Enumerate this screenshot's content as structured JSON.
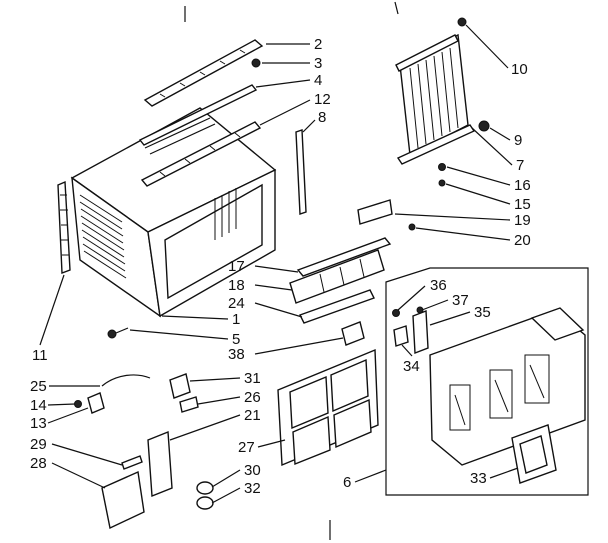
{
  "diagram": {
    "callouts": [
      {
        "id": "p1",
        "text": "1"
      },
      {
        "id": "p2",
        "text": "2"
      },
      {
        "id": "p3",
        "text": "3"
      },
      {
        "id": "p4",
        "text": "4"
      },
      {
        "id": "p5",
        "text": "5"
      },
      {
        "id": "p6",
        "text": "6"
      },
      {
        "id": "p7",
        "text": "7"
      },
      {
        "id": "p8",
        "text": "8"
      },
      {
        "id": "p9",
        "text": "9"
      },
      {
        "id": "p10",
        "text": "10"
      },
      {
        "id": "p11",
        "text": "11"
      },
      {
        "id": "p12",
        "text": "12"
      },
      {
        "id": "p13",
        "text": "13"
      },
      {
        "id": "p14",
        "text": "14"
      },
      {
        "id": "p15",
        "text": "15"
      },
      {
        "id": "p16",
        "text": "16"
      },
      {
        "id": "p17",
        "text": "17"
      },
      {
        "id": "p18",
        "text": "18"
      },
      {
        "id": "p19",
        "text": "19"
      },
      {
        "id": "p20",
        "text": "20"
      },
      {
        "id": "p21",
        "text": "21"
      },
      {
        "id": "p24",
        "text": "24"
      },
      {
        "id": "p25",
        "text": "25"
      },
      {
        "id": "p26",
        "text": "26"
      },
      {
        "id": "p27",
        "text": "27"
      },
      {
        "id": "p28",
        "text": "28"
      },
      {
        "id": "p29",
        "text": "29"
      },
      {
        "id": "p30",
        "text": "30"
      },
      {
        "id": "p31",
        "text": "31"
      },
      {
        "id": "p32",
        "text": "32"
      },
      {
        "id": "p33",
        "text": "33"
      },
      {
        "id": "p34",
        "text": "34"
      },
      {
        "id": "p35",
        "text": "35"
      },
      {
        "id": "p36",
        "text": "36"
      },
      {
        "id": "p37",
        "text": "37"
      },
      {
        "id": "p38",
        "text": "38"
      }
    ]
  }
}
